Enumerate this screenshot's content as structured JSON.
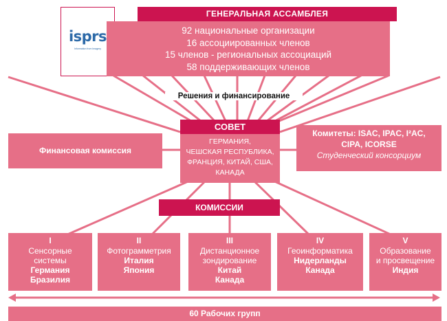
{
  "assembly": {
    "title": "ГЕНЕРАЛЬНАЯ АССАМБЛЕЯ",
    "lines": [
      "92 национальные организации",
      "16 ассоциированных членов",
      "15 членов - региональных ассоциаций",
      "58 поддерживающих членов"
    ]
  },
  "logo": {
    "text": "isprs",
    "subtitle": "Information from Imagery"
  },
  "decisions_label": "Решения и финансирование",
  "council": {
    "title": "СОВЕТ",
    "lines": [
      "ГЕРМАНИЯ,",
      "ЧЕШСКАЯ РЕСПУБЛИКА,",
      "ФРАНЦИЯ, КИТАЙ, США,",
      "КАНАДА"
    ]
  },
  "finance_commission": "Финансовая комиссия",
  "committees": {
    "line1": "Комитеты: ISAC, IPAC, I²AC,",
    "line2": "CIPA, ICORSE",
    "line3": "Студенческий консорциум"
  },
  "commissions_title": "КОМИССИИ",
  "commissions": [
    {
      "num": "I",
      "name": [
        "Сенсорные",
        "системы"
      ],
      "countries": [
        "Германия",
        "Бразилия"
      ]
    },
    {
      "num": "II",
      "name": [
        "Фотограмметрия"
      ],
      "countries": [
        "Италия",
        "Япония"
      ]
    },
    {
      "num": "III",
      "name": [
        "Дистанционное",
        "зондирование"
      ],
      "countries": [
        "Китай",
        "Канада"
      ]
    },
    {
      "num": "IV",
      "name": [
        "Геоинформатика"
      ],
      "countries": [
        "Нидерланды",
        "Канада"
      ]
    },
    {
      "num": "V",
      "name": [
        "Образование",
        "и просвещение"
      ],
      "countries": [
        "Индия"
      ]
    }
  ],
  "working_groups": "60 Рабочих групп",
  "colors": {
    "light": "#e66f87",
    "dark": "#cc1450",
    "logo": "#2d6aa8"
  }
}
